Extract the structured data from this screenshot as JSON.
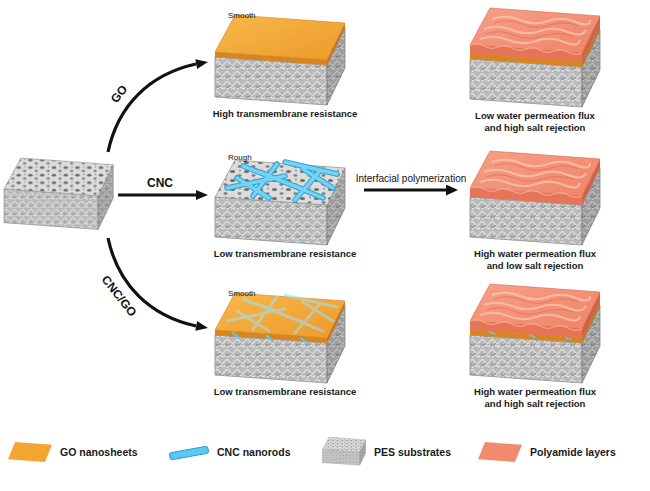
{
  "diagram": {
    "nodes": [
      {
        "text": [
          "Smooth",
          "High transmembrane resistance"
        ]
      },
      {
        "text": [
          "Low water permeation flux and high salt rejection"
        ]
      },
      {
        "text": [
          "Rough",
          "Low transmembrane resistance"
        ]
      },
      {
        "text": [
          "High water permeation flux and low salt rejection"
        ]
      },
      {
        "text": [
          "Smooth",
          "Low transmembrane resistance"
        ]
      },
      {
        "text": [
          "High water permeation flux and high salt rejection"
        ]
      }
    ],
    "edges": [
      {
        "from": 2,
        "to": 3,
        "label": "Interfacial polymerization",
        "arrow": "to"
      }
    ],
    "labels": [
      "GO",
      "CNC",
      "CNC/GO"
    ],
    "legend": [
      {
        "text": "GO nanosheets",
        "color": "#f2a531"
      },
      {
        "text": "CNC nanorods",
        "color": "#5ac8f0"
      },
      {
        "text": "PES substrates"
      },
      {
        "text": "Polyamide layers",
        "color": "#f28b6e"
      }
    ]
  }
}
